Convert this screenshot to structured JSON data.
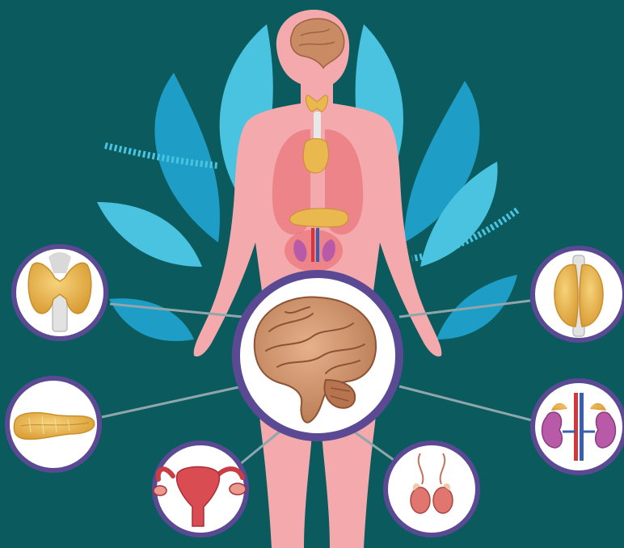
{
  "colors": {
    "background": "#0b5b5e",
    "leaf_light": "#49c3e0",
    "leaf_dark": "#1e9ec6",
    "body": "#f4a9ac",
    "body_inner": "#e9787f",
    "connector": "#8fa6ad",
    "ring": "#5b4a93",
    "disc": "#ffffff",
    "gland": "#e9b84e",
    "gland_shadow": "#c98f2b",
    "brain": "#c98b63",
    "brain_shadow": "#9d6040",
    "kidney": "#b95aa8",
    "ovary": "#d94c52",
    "testis": "#e0766f",
    "artery": "#d8343b",
    "vein": "#3a5fb0"
  },
  "organs": [
    {
      "id": "brain",
      "icon": "brain-icon"
    },
    {
      "id": "thyroid",
      "icon": "thyroid-icon"
    },
    {
      "id": "pancreas",
      "icon": "pancreas-icon"
    },
    {
      "id": "ovaries",
      "icon": "uterus-ovaries-icon"
    },
    {
      "id": "testes",
      "icon": "testes-icon"
    },
    {
      "id": "adrenal",
      "icon": "kidneys-adrenal-icon"
    },
    {
      "id": "thymus",
      "icon": "thymus-icon"
    }
  ]
}
